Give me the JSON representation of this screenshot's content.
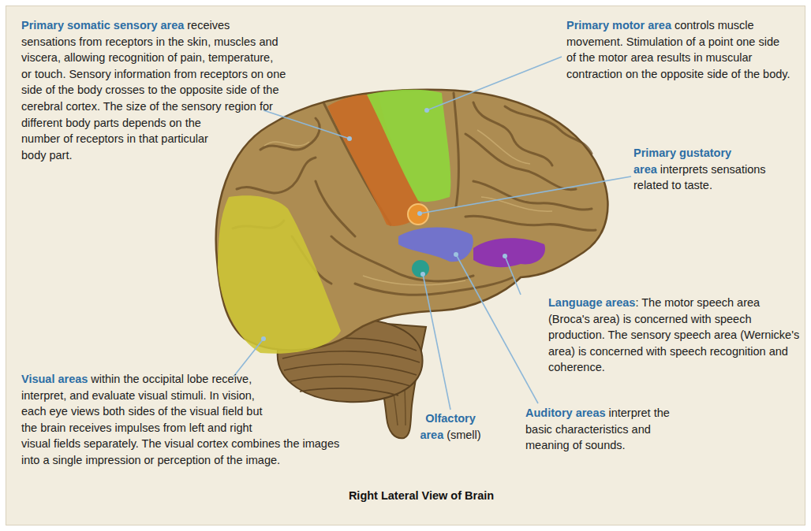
{
  "diagram": {
    "caption": "Right Lateral View of Brain",
    "labels": [
      "Primary somatic sensory area",
      "receives sensations from receptors in the skin, muscles and viscera, allowing recognition of pain, temperature, or touch. Sensory information from receptors on one side of the body crosses to the opposite side of the cerebral cortex. The size of the sensory region for different body parts depends on the number of receptors in that particular body part.",
      "Primary motor area",
      "controls muscle movement. Stimulation of a point one side of the motor area results in muscular contraction on the opposite side of the body.",
      "Primary gustatory area",
      "interprets sensations related to taste.",
      "Language areas",
      ": The motor speech area (Broca's area) is concerned with speech production. The sensory speech area (Wernicke's area) is concerned with speech recognition and coherence.",
      "Auditory areas",
      "interpret the basic characteristics and meaning of sounds.",
      "Olfactory area",
      "(smell)",
      "Visual areas",
      "within the occipital lobe receive, interpret, and evaluate visual stimuli. In vision, each eye views both sides of the visual field but the brain receives impulses from left and right visual fields separately. The visual cortex combines the images into a single impression or perception of the image."
    ]
  }
}
